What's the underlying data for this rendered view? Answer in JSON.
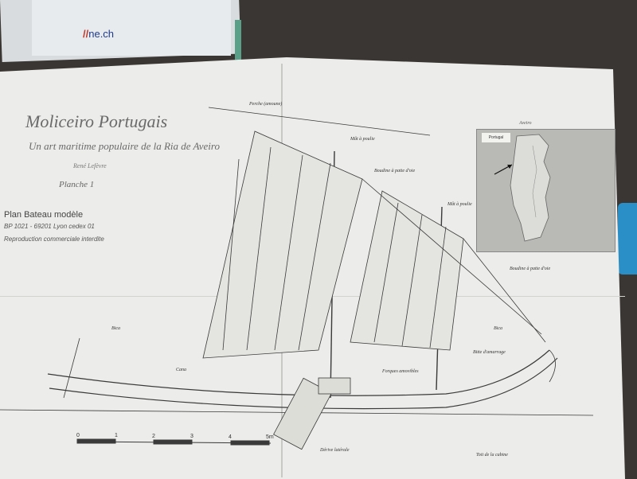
{
  "background_logo": "ne.ch",
  "header": {
    "title": "Moliceiro Portugais",
    "subtitle": "Un art maritime populaire de la Ria de Aveiro",
    "author": "René Lefèvre",
    "planche": "Planche 1"
  },
  "info": {
    "plan_title": "Plan Bateau modèle",
    "address": "BP 1021 - 69201 Lyon cedex 01",
    "reproduction": "Reproduction commerciale interdite"
  },
  "map": {
    "title": "Aveiro",
    "country_label": "Portugal"
  },
  "labels": {
    "perche": "Perche (amoune)",
    "mat_poulie_1": "Mât à poulie",
    "boudine_1": "Boudine à patte d'oie",
    "mat_poulie_2": "Mât à poulie",
    "boudine_2": "Boudine à patte d'oie",
    "bica_left": "Bica",
    "bica_right": "Bica",
    "bitte": "Bitte d'amarrage",
    "cana": "Cana",
    "forques": "Forques amovibles",
    "derive": "Dérive latérale",
    "toit": "Toit de la cabine"
  },
  "scale": {
    "ticks": [
      "0",
      "1",
      "2",
      "3",
      "4",
      "5m"
    ]
  },
  "colors": {
    "paper": "#ececea",
    "line": "#3a3a3a",
    "table": "#3a3633"
  }
}
